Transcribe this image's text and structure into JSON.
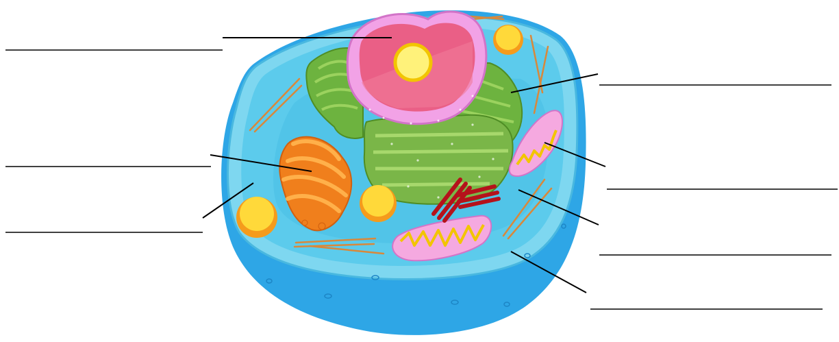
{
  "diagram": {
    "subject": "animal-cell",
    "label_blanks": [
      {
        "id": "nucleus",
        "text": ""
      },
      {
        "id": "smooth-er",
        "text": ""
      },
      {
        "id": "golgi",
        "text": ""
      },
      {
        "id": "cytoplasm",
        "text": ""
      },
      {
        "id": "mitochondrion",
        "text": ""
      },
      {
        "id": "centrioles",
        "text": ""
      },
      {
        "id": "cell-membrane",
        "text": ""
      }
    ]
  }
}
